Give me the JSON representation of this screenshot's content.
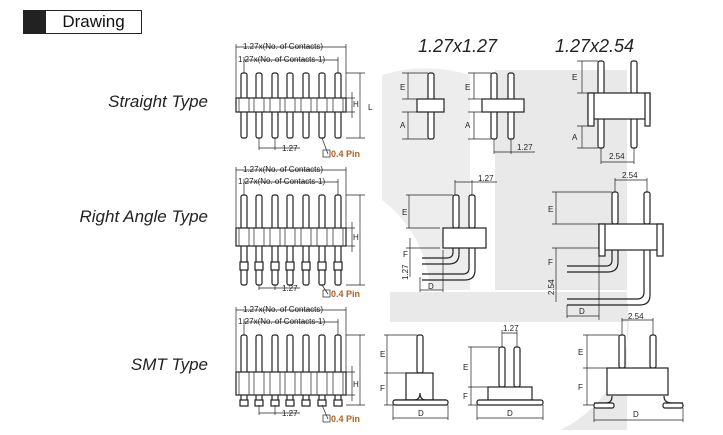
{
  "header": {
    "title": "Drawing"
  },
  "row_labels": [
    "Straight Type",
    "Right Angle Type",
    "SMT Type"
  ],
  "column_headers": [
    "1.27x1.27",
    "1.27x2.54"
  ],
  "left_dims": {
    "total": "1.27x(No. of Contacts)",
    "inner": "1.27x(No. of Contacts-1)",
    "pitch": "1.27",
    "pin": "0.4 Pin"
  },
  "dim_labels": {
    "E": "E",
    "A": "A",
    "H": "H",
    "L": "L",
    "F": "F",
    "D": "D",
    "p127": "1.27",
    "p254": "2.54"
  }
}
